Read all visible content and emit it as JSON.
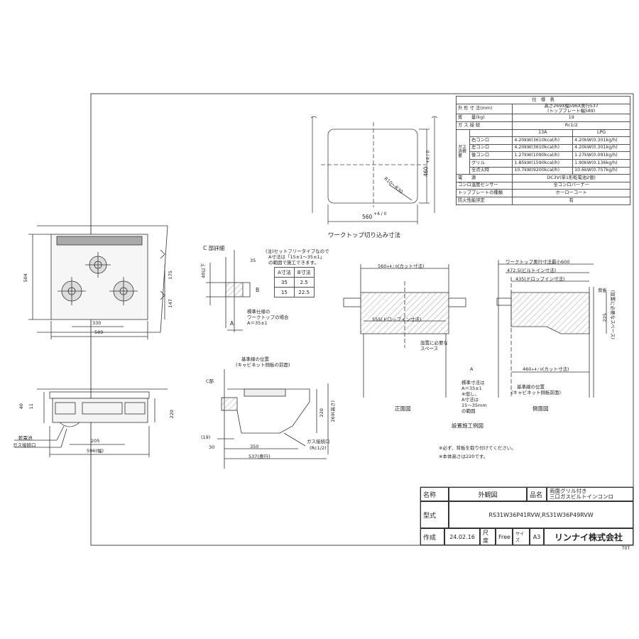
{
  "spec": {
    "title": "仕　様　表",
    "r_size_label": "外 形 寸 法(mm)",
    "r_size_val1": "高さ269X幅596X奥行537",
    "r_size_val2": "(トッププレート幅589)",
    "r_mass_label": "質　　量(kg)",
    "r_mass_val": "19",
    "r_gas_label": "ガ ス 接 続",
    "r_gas_val": "Rc1/2",
    "group_label": "ガス消費量",
    "col_13a": "13A",
    "col_lpg": "LPG",
    "rows": [
      {
        "label": "右コンロ",
        "a": "4.20kW(3610kcal/h)",
        "b": "4.20kW(0.301kg/h)"
      },
      {
        "label": "左コンロ",
        "a": "4.20kW(3610kcal/h)",
        "b": "4.20kW(0.301kg/h)"
      },
      {
        "label": "後コンロ",
        "a": "1.27kW(1090kcal/h)",
        "b": "1.27kW(0.091kg/h)"
      },
      {
        "label": "グリル",
        "a": "1.85kW(1590kcal/h)",
        "b": "1.90kW(0.136kg/h)"
      },
      {
        "label": "全点火時",
        "a": "10.7kW(9200kcal/h)",
        "b": "10.6kW(0.757kg/h)"
      }
    ],
    "r_power_label": "電　　源",
    "r_power_val": "DC3V(単1形乾電池2個)",
    "r_sensor_label": "コンロ温度センサー",
    "r_sensor_val": "全コンロバーナー",
    "r_top_label": "トッププレートの種類",
    "r_top_val": "ホーローコート",
    "r_fire_label": "防火性能評定",
    "r_fire_val": "有"
  },
  "cutout": {
    "title": "ワークトップ切り込み寸法",
    "w": "560",
    "w_tol": "+4 / 0",
    "h": "460",
    "h_tol": "+4 / 0",
    "radius": "R10～R30"
  },
  "top_view": {
    "d504": "504",
    "d330": "330",
    "d589": "589",
    "d175": "175",
    "d147": "147"
  },
  "front_view": {
    "d40": "40",
    "d11": "11",
    "d220": "220",
    "d205": "205",
    "d596": "596(幅)",
    "lbl_battery": "乾電池",
    "lbl_gas": "ガス接続口"
  },
  "detail_c": {
    "title": "C 部詳細",
    "d40": "40以下",
    "d35": "35",
    "lbl_b": "B",
    "lbl_a": "A",
    "note1": "(注)セットフリータイプなので",
    "note2": "A寸法は「15±1～35±1」",
    "note3": "の範囲で施工できます。",
    "th_a": "A寸法",
    "th_b": "B寸法",
    "r1a": "35",
    "r1b": "2.5",
    "r2a": "15",
    "r2b": "22.5",
    "std1": "標準仕様の",
    "std2": "ワークトップの場合",
    "std3": "A＝35±1"
  },
  "side_view": {
    "ref1": "基準線の位置",
    "ref2": "(キャビネット側板の前面)",
    "c_mark": "C部",
    "d220": "220",
    "d269": "269(高さ)",
    "d19": "(19)",
    "d30": "30",
    "d350": "350",
    "d537": "537(奥行)",
    "gas1": "ガス接続口",
    "gas2": "(Rc1/2)"
  },
  "install_front": {
    "d560": "560",
    "d560_tol": "+4 / 0",
    "d560_note": "(カット寸法)",
    "d555": "555(ドロップイン寸法)",
    "space1": "設置に必要な",
    "space2": "スペース",
    "label": "正面図"
  },
  "install_side": {
    "d600": "ワークトップ奥行寸法最小600",
    "d472": "472.5(ビルトイン寸法)",
    "d435": "435(ドロップイン寸法)",
    "backboard": "背板",
    "d225": "225",
    "space_note": "(設置に必要なスペース)",
    "d460": "460",
    "d460_tol": "+4 / 0",
    "d460_note": "(カット寸法)",
    "mark_a": "A",
    "std1": "標準寸法は",
    "std2": "A＝35±1",
    "std3": "※但し、",
    "std4": "A寸法は",
    "std5": "15～35mm",
    "std6": "の範囲",
    "ref1": "基準線の位置",
    "ref2": "(キャビネット側板前面)",
    "label": "側面図",
    "example": "設置施工例図"
  },
  "notes": {
    "n1": "※必ず、背板を取り付けてください。",
    "n2": "※本体高さは220です。"
  },
  "title_block": {
    "l_name": "名称",
    "v_name": "外観図",
    "l_item": "品名",
    "v_item1": "両面グリル付き",
    "v_item2": "三口ガスビルトインコンロ",
    "l_model": "型式",
    "v_model": "RS31W36P41RVW,RS31W36P49RVW",
    "l_made": "作成",
    "v_date": "24.02.16",
    "l_scale": "尺度",
    "v_scale": "Free",
    "l_size": "サイズ",
    "v_size": "A3",
    "company": "リンナイ株式会社",
    "code": "T0T"
  }
}
